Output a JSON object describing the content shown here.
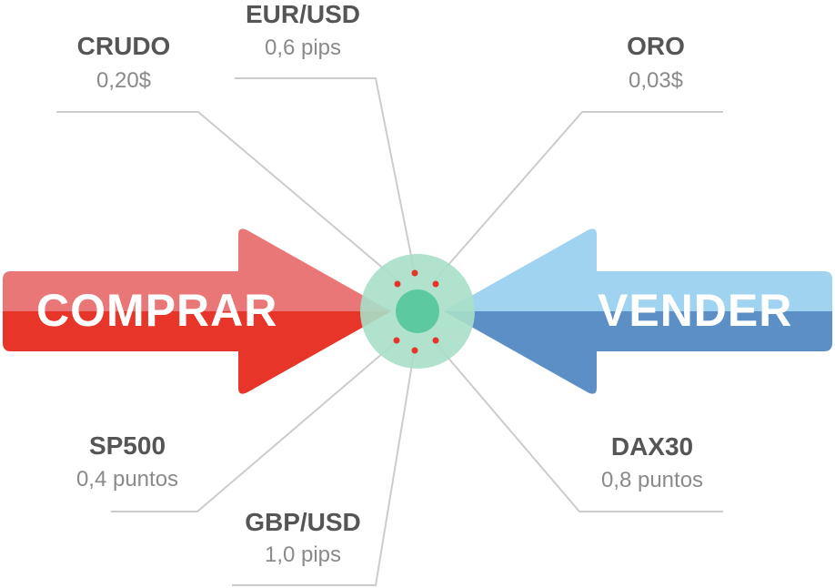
{
  "actions": {
    "buy": {
      "label": "COMPRAR",
      "color_top": "#e97777",
      "color_bottom": "#e8352a"
    },
    "sell": {
      "label": "VENDER",
      "color_top": "#9fd3f0",
      "color_bottom": "#5b8fc6"
    }
  },
  "center": {
    "outer_color": "#a9dfc8",
    "inner_color": "#5cc9a0",
    "dot_color": "#e8352a"
  },
  "assets": {
    "crudo": {
      "name": "CRUDO",
      "spread": "0,20$"
    },
    "eurusd": {
      "name": "EUR/USD",
      "spread": "0,6 pips"
    },
    "oro": {
      "name": "ORO",
      "spread": "0,03$"
    },
    "sp500": {
      "name": "SP500",
      "spread": "0,4 puntos"
    },
    "gbpusd": {
      "name": "GBP/USD",
      "spread": "1,0 pips"
    },
    "dax30": {
      "name": "DAX30",
      "spread": "0,8 puntos"
    }
  }
}
